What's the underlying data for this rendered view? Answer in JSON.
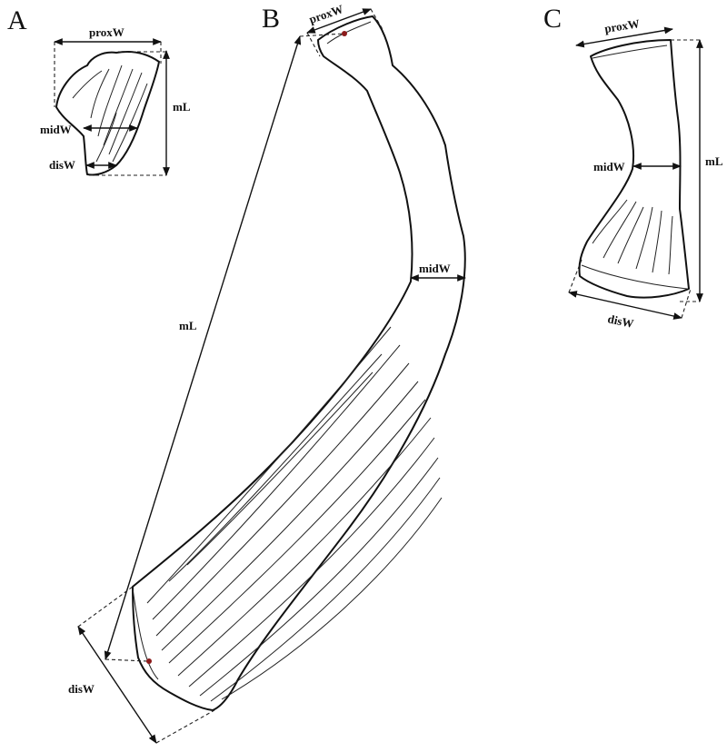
{
  "panels": [
    {
      "letter": "A",
      "labels": {
        "proxW": "proxW",
        "midW": "midW",
        "disW": "disW",
        "mL": "mL"
      }
    },
    {
      "letter": "B",
      "labels": {
        "proxW": "proxW",
        "midW": "midW",
        "disW": "disW",
        "mL": "mL"
      }
    },
    {
      "letter": "C",
      "labels": {
        "proxW": "proxW",
        "midW": "midW",
        "disW": "disW",
        "mL": "mL"
      }
    }
  ],
  "colors": {
    "outline": "#111111",
    "landmark": "#8b1a1a"
  }
}
